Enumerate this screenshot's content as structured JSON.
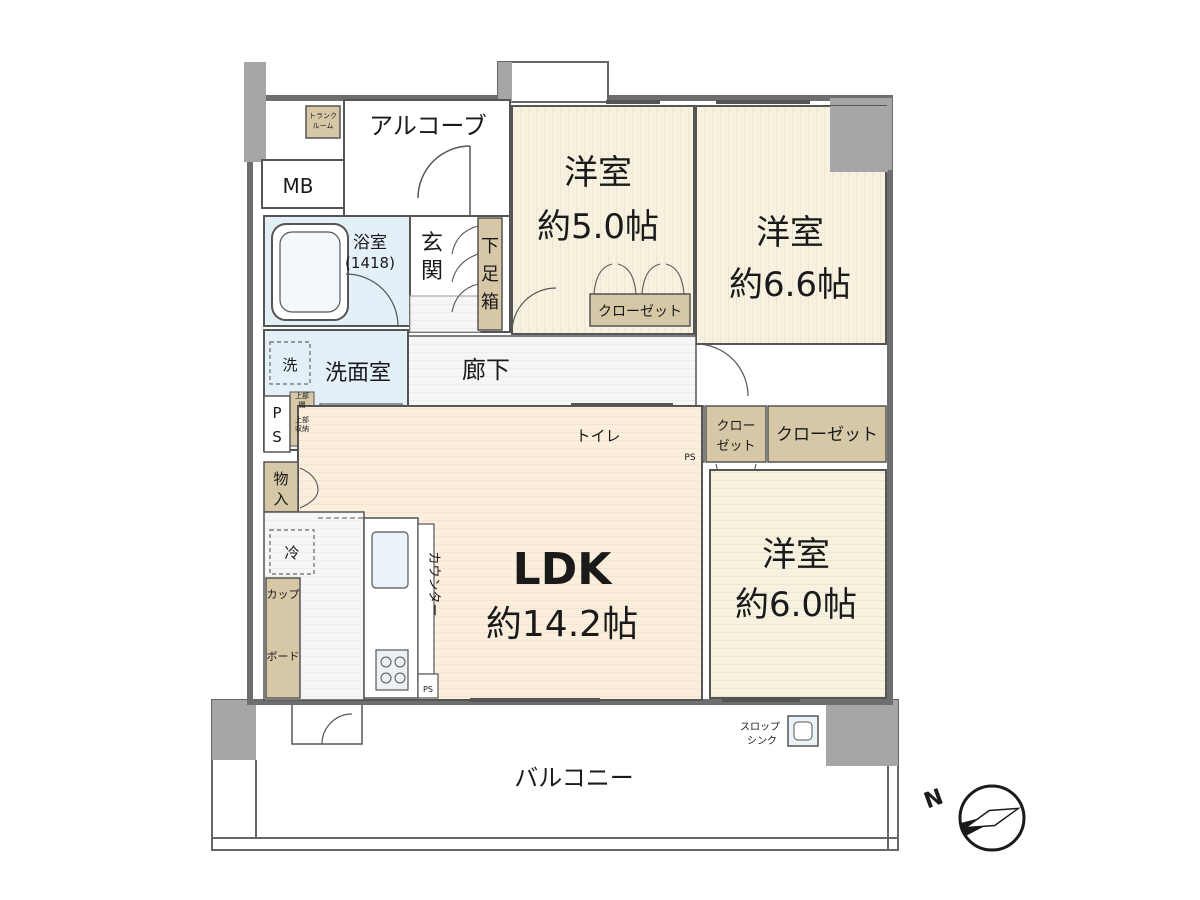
{
  "rooms": {
    "alcove": "アルコーブ",
    "trunk_room_1": "トランク",
    "trunk_room_2": "ルーム",
    "mb": "MB",
    "bath_name": "浴室",
    "bath_size": "(1418)",
    "entrance_1": "玄",
    "entrance_2": "関",
    "shoebox_1": "下",
    "shoebox_2": "足",
    "shoebox_3": "箱",
    "western1_name": "洋室",
    "western1_size": "約5.0帖",
    "western2_name": "洋室",
    "western2_size": "約6.6帖",
    "western3_name": "洋室",
    "western3_size": "約6.0帖",
    "closet1": "クローゼット",
    "closet2_1": "クロー",
    "closet2_2": "ゼット",
    "closet3": "クローゼット",
    "washing": "洗",
    "washroom": "洗面室",
    "hallway": "廊下",
    "ps1_1": "P",
    "ps1_2": "S",
    "ps2": "PS",
    "ps3": "PS",
    "upper_cabinet": "上部",
    "upper_storage": "上部",
    "cabinet_sub": "棚",
    "storage_sub": "収納",
    "toilet": "トイレ",
    "storage_1": "物",
    "storage_2": "入",
    "fridge": "冷",
    "cupboard_1": "カップ",
    "cupboard_2": "ボード",
    "counter": "カウンター",
    "ldk_name": "LDK",
    "ldk_size": "約14.2帖",
    "balcony": "バルコニー",
    "slop_sink_1": "スロップ",
    "slop_sink_2": "シンク"
  },
  "compass": {
    "label": "N",
    "direction": "west"
  },
  "colors": {
    "floor_beige": "#f6efde",
    "tatami_stripe": "#e8dfc6",
    "ldk_floor": "#fbeedd",
    "wet_area": "#e4f0f8",
    "storage": "#d6c7a6",
    "wall": "#7a7a7a",
    "pillar": "#a6a6a6"
  }
}
